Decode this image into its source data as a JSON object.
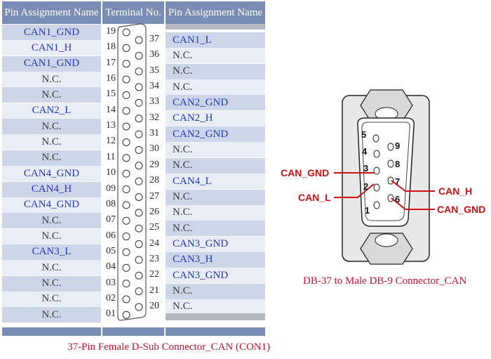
{
  "table": {
    "headers": [
      "Pin Assignment Name",
      "Terminal No.",
      "Pin Assignment Name"
    ],
    "left_rows": [
      {
        "name": "CAN1_GND",
        "pin": "19"
      },
      {
        "name": "CAN1_H",
        "pin": "18"
      },
      {
        "name": "CAN1_GND",
        "pin": "17"
      },
      {
        "name": "N.C.",
        "pin": "16"
      },
      {
        "name": "N.C.",
        "pin": "15"
      },
      {
        "name": "CAN2_L",
        "pin": "14"
      },
      {
        "name": "N.C.",
        "pin": "13"
      },
      {
        "name": "N.C.",
        "pin": "12"
      },
      {
        "name": "N.C.",
        "pin": "11"
      },
      {
        "name": "CAN4_GND",
        "pin": "10"
      },
      {
        "name": "CAN4_H",
        "pin": "09"
      },
      {
        "name": "CAN4_GND",
        "pin": "08"
      },
      {
        "name": "N.C.",
        "pin": "07"
      },
      {
        "name": "N.C.",
        "pin": "06"
      },
      {
        "name": "CAN3_L",
        "pin": "05"
      },
      {
        "name": "N.C.",
        "pin": "04"
      },
      {
        "name": "N.C.",
        "pin": "03"
      },
      {
        "name": "N.C.",
        "pin": "02"
      },
      {
        "name": "N.C.",
        "pin": "01"
      }
    ],
    "right_rows": [
      {
        "name": "CAN1_L",
        "pin": "37"
      },
      {
        "name": "N.C.",
        "pin": "36"
      },
      {
        "name": "N.C.",
        "pin": "35"
      },
      {
        "name": "N.C.",
        "pin": "34"
      },
      {
        "name": "CAN2_GND",
        "pin": "33"
      },
      {
        "name": "CAN2_H",
        "pin": "32"
      },
      {
        "name": "CAN2_GND",
        "pin": "31"
      },
      {
        "name": "N.C.",
        "pin": "30"
      },
      {
        "name": "N.C.",
        "pin": "29"
      },
      {
        "name": "CAN4_L",
        "pin": "28"
      },
      {
        "name": "N.C.",
        "pin": "27"
      },
      {
        "name": "N.C.",
        "pin": "26"
      },
      {
        "name": "N.C.",
        "pin": "25"
      },
      {
        "name": "CAN3_GND",
        "pin": "24"
      },
      {
        "name": "CAN3_H",
        "pin": "23"
      },
      {
        "name": "CAN3_GND",
        "pin": "22"
      },
      {
        "name": "N.C.",
        "pin": "21"
      },
      {
        "name": "N.C.",
        "pin": "20"
      }
    ]
  },
  "db9": {
    "pins": [
      "5",
      "4",
      "3",
      "2",
      "1",
      "9",
      "8",
      "7",
      "6"
    ],
    "labels": {
      "pin3": "CAN_GND",
      "pin2": "CAN_L",
      "pin7": "CAN_H",
      "pin6": "CAN_GND"
    }
  },
  "captions": {
    "db9": "DB-37 to Male DB-9 Connector_CAN",
    "db37": "37-Pin Female D-Sub Connector_CAN (CON1)"
  },
  "colors": {
    "header": "#7a8db5",
    "row_dark": "#ccd6e8",
    "row_light": "#e8edf6",
    "signal_text": "#2036c8",
    "label_red": "#d01010"
  }
}
